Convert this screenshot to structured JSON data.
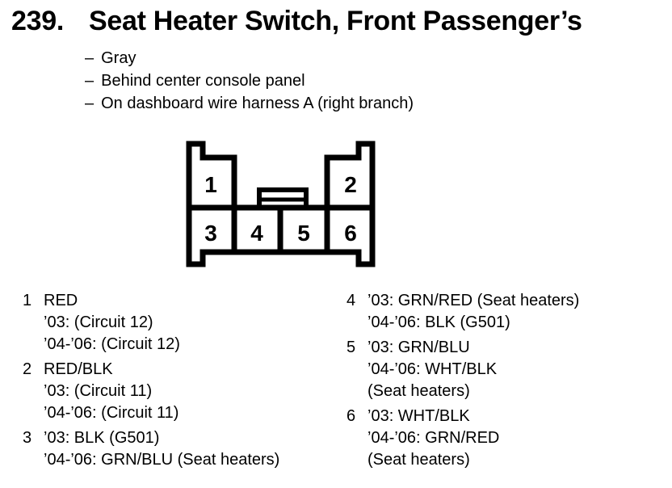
{
  "page": {
    "ink_color": "#000000",
    "background_color": "#ffffff"
  },
  "title": {
    "number": "239.",
    "text": "Seat Heater Switch, Front Passenger’s"
  },
  "notes": {
    "bullet": "–",
    "items": [
      "Gray",
      "Behind center console panel",
      "On dashboard wire harness A (right branch)"
    ]
  },
  "connector": {
    "pins": [
      "1",
      "2",
      "3",
      "4",
      "5",
      "6"
    ]
  },
  "pin_list": {
    "left": [
      {
        "pin": "1",
        "label": "RED",
        "details": [
          "’03: (Circuit 12)",
          "’04-’06: (Circuit 12)"
        ]
      },
      {
        "pin": "2",
        "label": "RED/BLK",
        "details": [
          "’03: (Circuit 11)",
          "’04-’06: (Circuit 11)"
        ]
      },
      {
        "pin": "3",
        "label": "’03: BLK (G501)",
        "details": [
          "’04-’06: GRN/BLU (Seat heaters)"
        ]
      }
    ],
    "right": [
      {
        "pin": "4",
        "label": "’03: GRN/RED (Seat heaters)",
        "details": [
          "’04-’06: BLK (G501)"
        ]
      },
      {
        "pin": "5",
        "label": "’03: GRN/BLU",
        "details": [
          "’04-’06: WHT/BLK",
          "(Seat heaters)"
        ]
      },
      {
        "pin": "6",
        "label": "’03: WHT/BLK",
        "details": [
          "’04-’06: GRN/RED",
          "(Seat heaters)"
        ]
      }
    ]
  }
}
